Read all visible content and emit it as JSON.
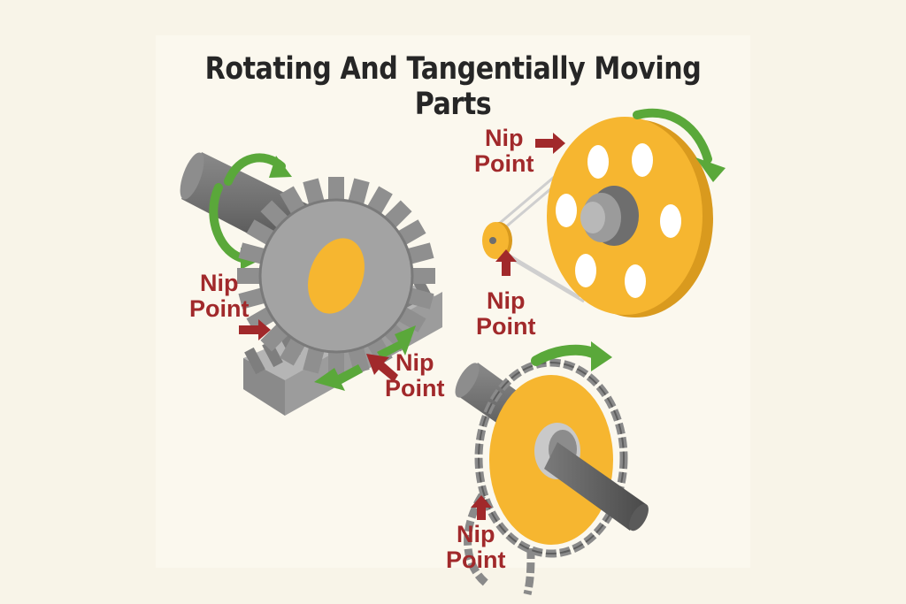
{
  "title": "Rotating And Tangentially Moving Parts",
  "labels": {
    "rack_left": {
      "line1": "Nip",
      "line2": "Point"
    },
    "rack_mesh": {
      "line1": "Nip",
      "line2": "Point"
    },
    "pulley_top": {
      "line1": "Nip",
      "line2": "Point"
    },
    "pulley_small": {
      "line1": "Nip",
      "line2": "Point"
    },
    "chain": {
      "line1": "Nip",
      "line2": "Point"
    }
  },
  "colors": {
    "background": "#f8f4e8",
    "gear_gray": "#9a9a9a",
    "hub_orange": "#f6b630",
    "arrow_green": "#5aa83a",
    "arrow_red": "#a1292b",
    "text_dark": "#262626"
  },
  "icons": [
    "rotation-arrow-icon",
    "nip-point-arrow-icon",
    "direction-arrow-icon"
  ]
}
